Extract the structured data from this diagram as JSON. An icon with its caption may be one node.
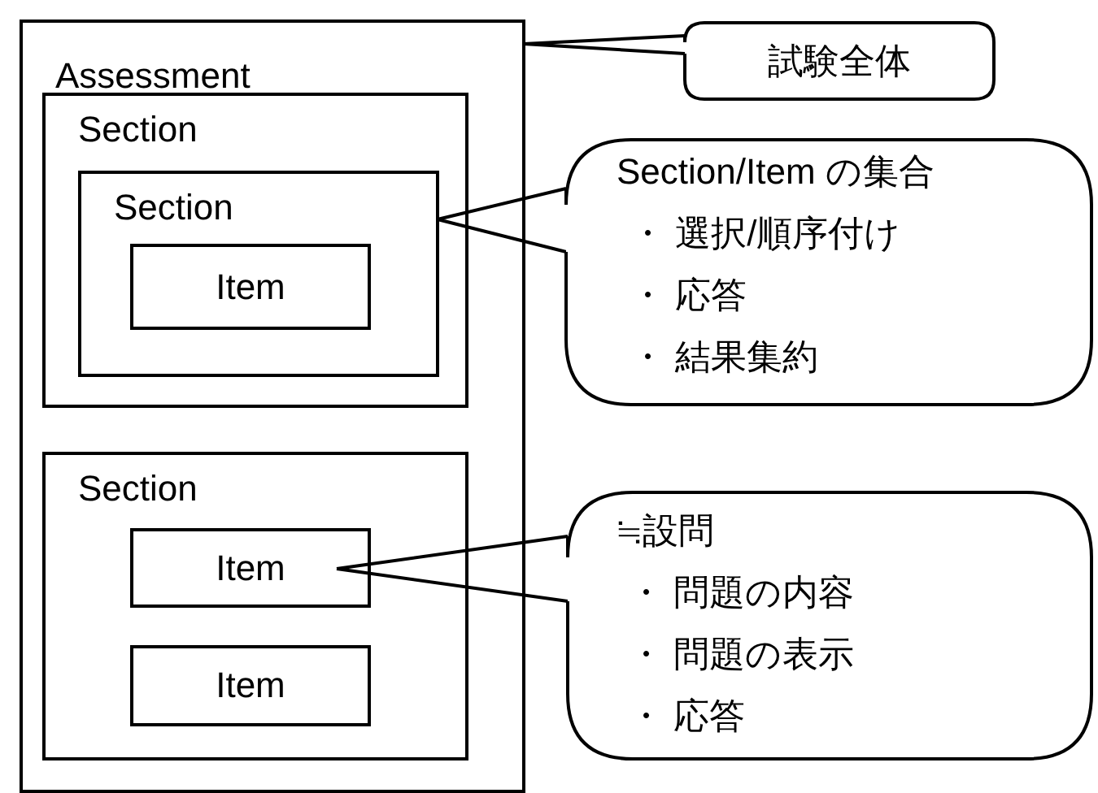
{
  "diagram": {
    "nodes": [
      {
        "text": [
          "Assessment"
        ]
      },
      {
        "text": [
          "Section"
        ],
        "in": 0
      },
      {
        "text": [
          "Section"
        ],
        "in": 1
      },
      {
        "text": [
          "Item"
        ],
        "in": 2
      },
      {
        "text": [
          "Section"
        ],
        "in": 0
      },
      {
        "text": [
          "Item"
        ],
        "in": 4
      },
      {
        "text": [
          "Item"
        ],
        "in": 4
      },
      {
        "text": [
          "試験全体"
        ]
      },
      {
        "text": [
          "Section/Item の集合",
          "・ 選択/順序付け",
          "・ 応答",
          "・ 結果集約"
        ]
      },
      {
        "text": [
          "≒設問",
          "・ 問題の内容",
          "・ 問題の表示",
          "・ 応答"
        ]
      }
    ],
    "edges": [
      {
        "from": 7,
        "to": 0,
        "arrow": "none"
      },
      {
        "from": 8,
        "to": 2,
        "arrow": "none"
      },
      {
        "from": 9,
        "to": 5,
        "arrow": "none"
      }
    ]
  }
}
